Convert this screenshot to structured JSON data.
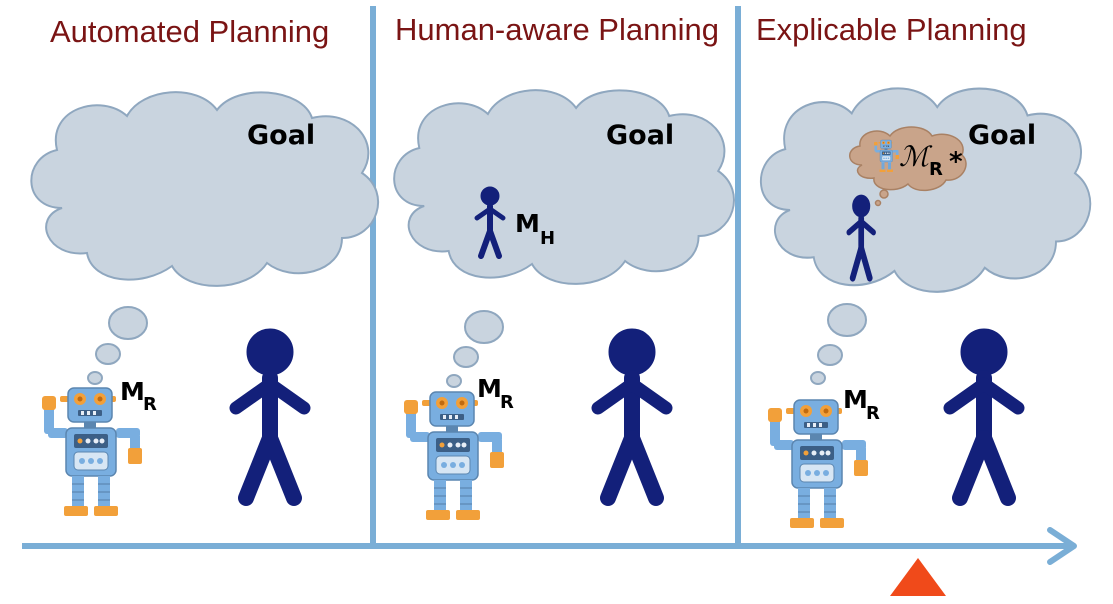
{
  "panels": [
    {
      "title": "Automated Planning",
      "goal": "Goal",
      "robot_model": "M",
      "robot_model_sub": "R"
    },
    {
      "title": "Human-aware Planning",
      "goal": "Goal",
      "robot_model": "M",
      "robot_model_sub": "R",
      "human_model": "M",
      "human_model_sub": "H"
    },
    {
      "title": "Explicable Planning",
      "goal": "Goal",
      "robot_model": "M",
      "robot_model_sub": "R",
      "expected_model": "ℳ",
      "expected_model_sub": "R",
      "expected_model_mark": "*"
    }
  ],
  "colors": {
    "title": "#7a1414",
    "divider": "#7aaed6",
    "arrow": "#7aaed6",
    "cloud_fill": "#c9d4df",
    "cloud_stroke": "#8fa7bf",
    "human": "#13207a",
    "robot_body": "#79aee0",
    "robot_accent": "#f2a03a",
    "marker": "#f04a1a",
    "inner_cloud": "#c9a48a"
  },
  "icons": [
    "cloud-icon",
    "robot-icon",
    "human-icon",
    "thought-bubble-icon",
    "triangle-marker-icon",
    "arrow-icon"
  ]
}
